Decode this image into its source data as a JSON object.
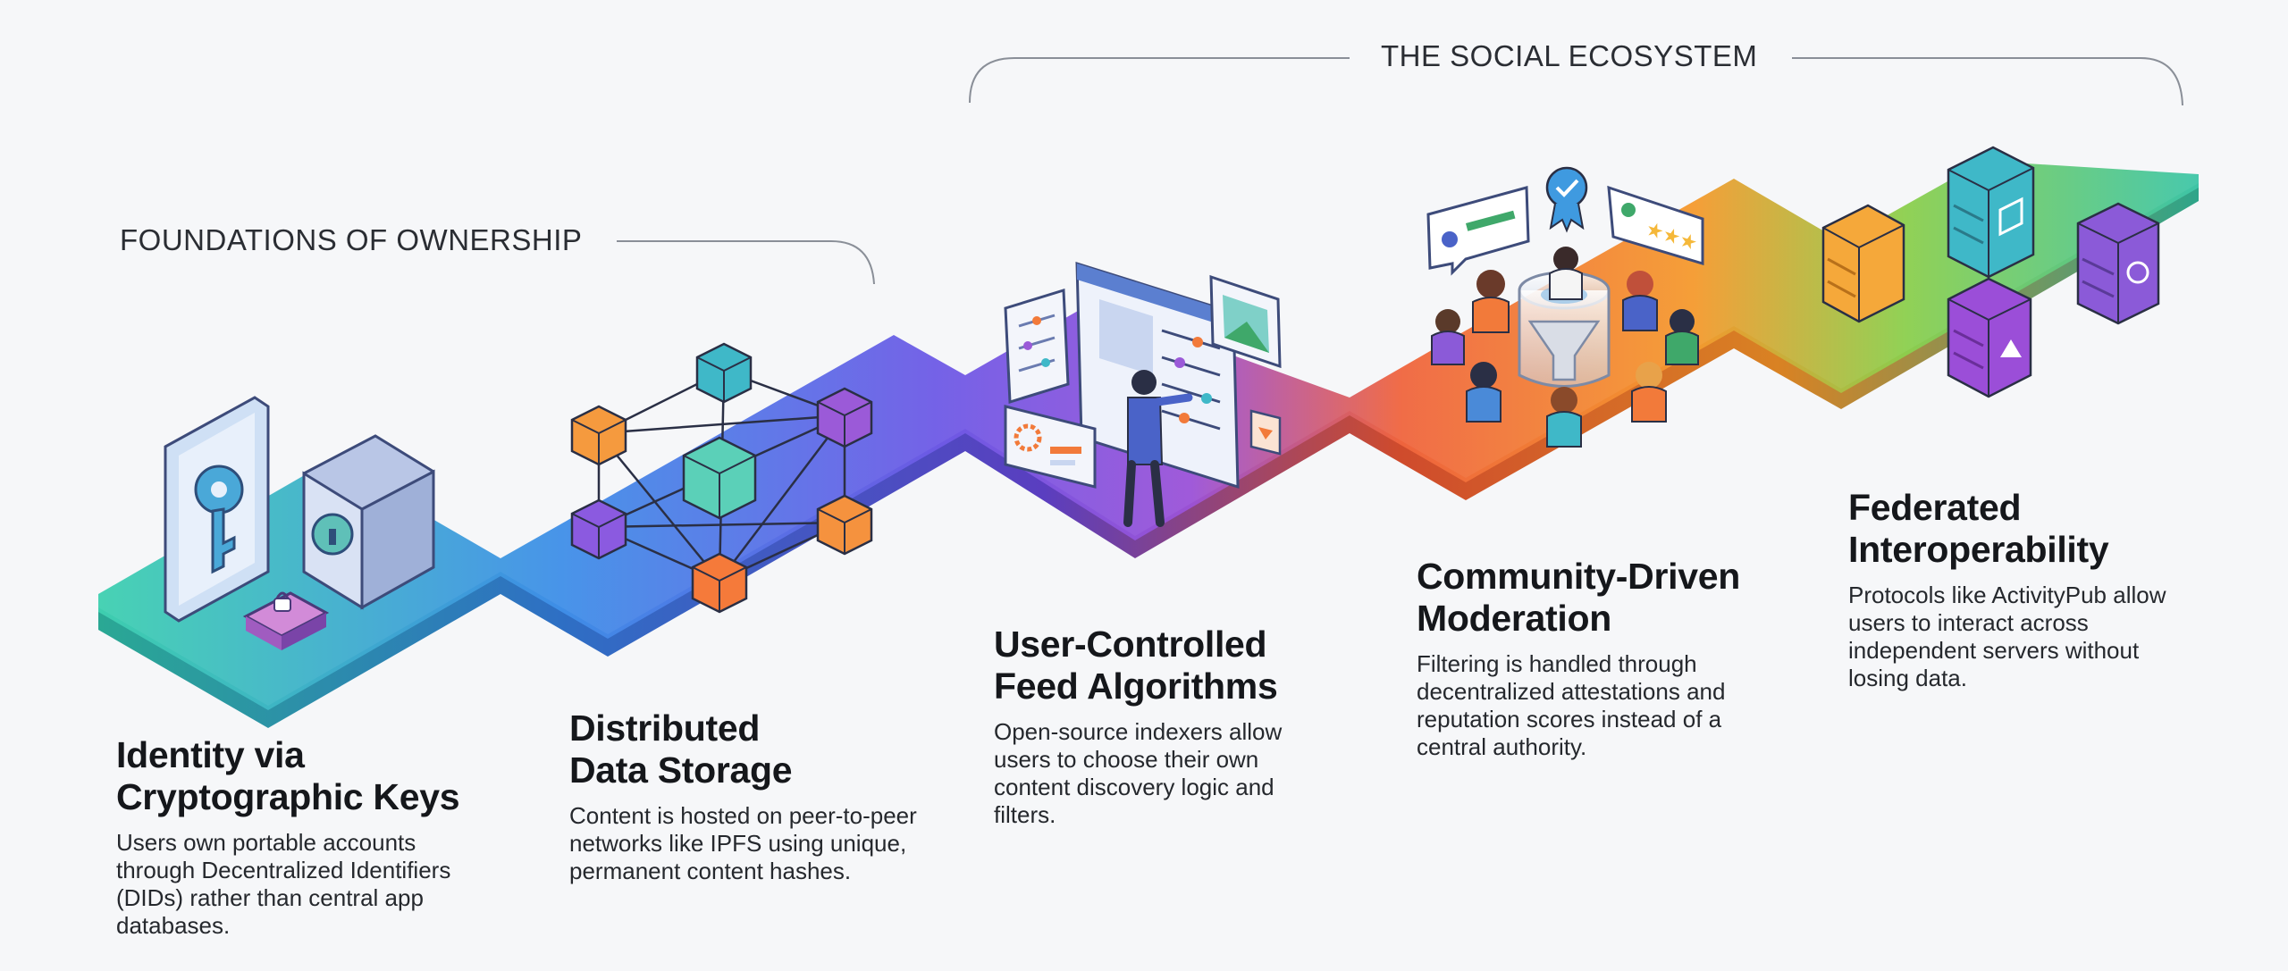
{
  "headings": {
    "ecosystem": "THE SOCIAL ECOSYSTEM",
    "foundations": "FOUNDATIONS OF OWNERSHIP"
  },
  "steps": [
    {
      "title_line1": "Identity via",
      "title_line2": "Cryptographic Keys",
      "body": "Users own portable accounts through Decentralized Identifiers (DIDs) rather than central app databases."
    },
    {
      "title_line1": "Distributed",
      "title_line2": "Data Storage",
      "body": "Content is hosted on peer-to-peer networks like IPFS using unique, permanent content hashes."
    },
    {
      "title_line1": "User-Controlled",
      "title_line2": "Feed Algorithms",
      "body": "Open-source indexers allow users to choose their own content discovery logic and filters."
    },
    {
      "title_line1": "Community-Driven",
      "title_line2": "Moderation",
      "body": "Filtering is handled through decentralized attestations and reputation scores instead of a central authority."
    },
    {
      "title_line1": "Federated",
      "title_line2": "Interoperability",
      "body": "Protocols like ActivityPub allow users to interact across independent servers without losing data."
    }
  ],
  "colors": {
    "teal": "#3cc6b4",
    "blue": "#3b82e6",
    "purple": "#7b55e0",
    "orange": "#f2743a",
    "green": "#5cc98a"
  },
  "icons": [
    "key-icon",
    "vault-icon",
    "padlock-icon",
    "network-cube-icon",
    "dashboard-screen-icon",
    "person-icon",
    "funnel-icon",
    "verified-badge-icon",
    "server-rack-icon"
  ]
}
